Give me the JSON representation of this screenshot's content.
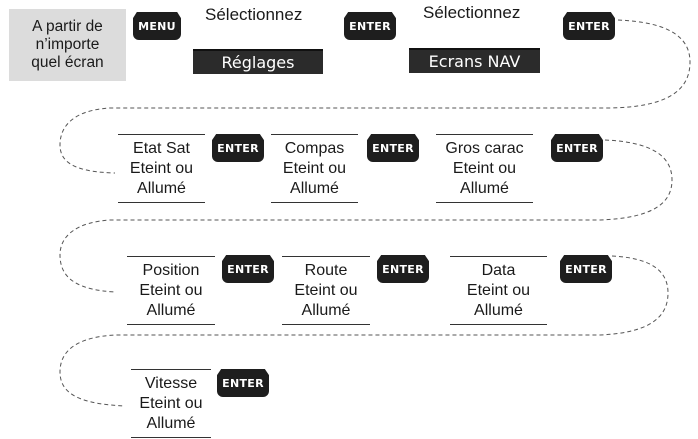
{
  "start": {
    "line1": "A partir de",
    "line2": "n’importe",
    "line3": "quel écran"
  },
  "keys": {
    "menu": "MENU",
    "enter": "ENTER"
  },
  "steps": {
    "select1": "Sélectionnez",
    "select2": "Sélectionnez",
    "screen1": "Réglages",
    "screen2": "Ecrans NAV"
  },
  "options": [
    {
      "name": "Etat Sat",
      "line2": "Eteint ou",
      "line3": "Allumé"
    },
    {
      "name": "Compas",
      "line2": "Eteint ou",
      "line3": "Allumé"
    },
    {
      "name": "Gros carac",
      "line2": "Eteint ou",
      "line3": "Allumé"
    },
    {
      "name": "Position",
      "line2": "Eteint ou",
      "line3": "Allumé"
    },
    {
      "name": "Route",
      "line2": "Eteint ou",
      "line3": "Allumé"
    },
    {
      "name": "Data",
      "line2": "Eteint ou",
      "line3": "Allumé"
    },
    {
      "name": "Vitesse",
      "line2": "Eteint ou",
      "line3": "Allumé"
    }
  ],
  "colors": {
    "start_box": "#dcdcdc",
    "key": "#1e1e1e",
    "lcd": "#2b2b2b",
    "connector": "#555555"
  }
}
